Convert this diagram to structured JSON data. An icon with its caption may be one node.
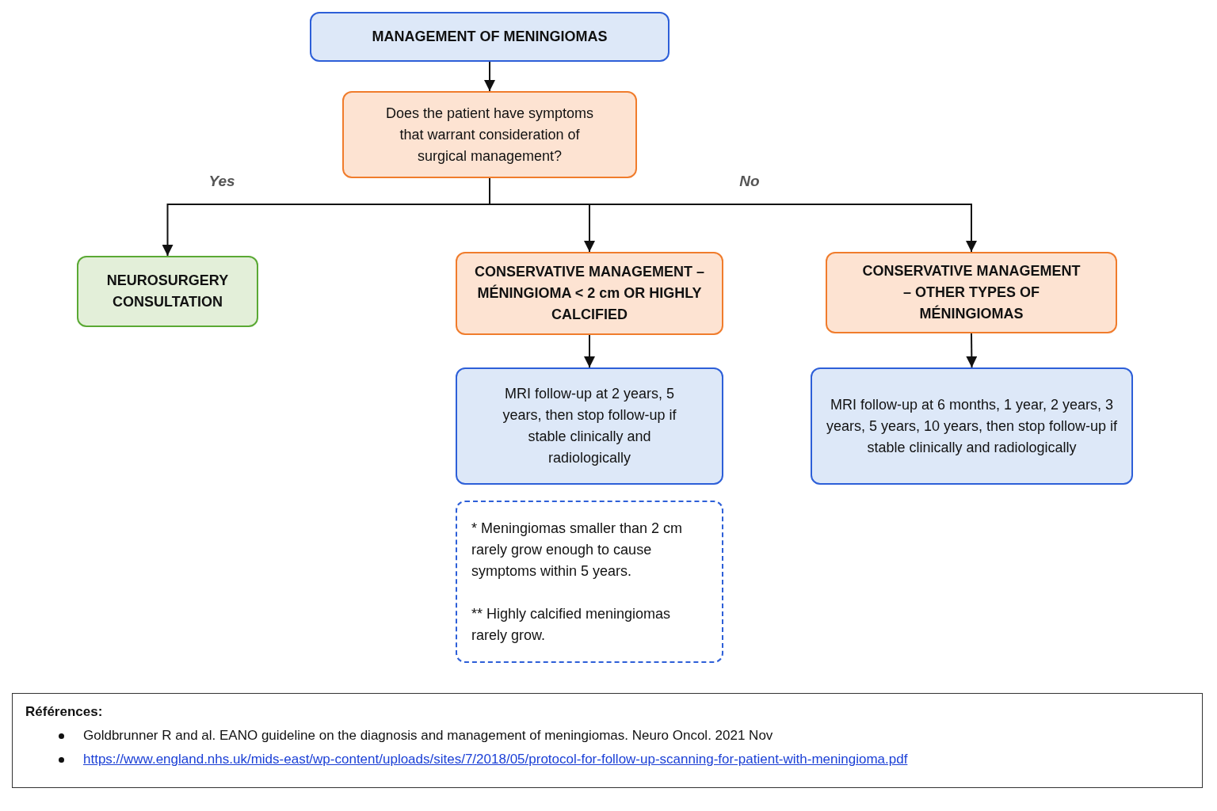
{
  "diagram": {
    "nodes": [
      {
        "text": [
          "MANAGEMENT OF MENINGIOMAS"
        ]
      },
      {
        "text": [
          "Does the patient have symptoms that warrant consideration of surgical management?"
        ]
      },
      {
        "text": [
          "NEUROSURGERY CONSULTATION"
        ]
      },
      {
        "text": [
          "CONSERVATIVE MANAGEMENT – MÉNINGIOMA < 2 cm OR HIGHLY CALCIFIED"
        ]
      },
      {
        "text": [
          "CONSERVATIVE MANAGEMENT – OTHER TYPES OF MÉNINGIOMAS"
        ]
      },
      {
        "text": [
          "MRI follow-up at 2 years, 5 years, then stop follow-up if stable clinically and radiologically"
        ]
      },
      {
        "text": [
          "MRI follow-up at 6 months, 1 year, 2 years, 3 years, 5 years, 10 years, then stop follow-up if stable clinically and radiologically"
        ]
      },
      {
        "text": [
          "* Meningiomas smaller than 2 cm rarely grow enough to cause symptoms within 5 years.",
          "** Highly calcified meningiomas rarely grow."
        ]
      },
      {
        "text": [
          "Références:",
          "Goldbrunner R and al. EANO guideline on the diagnosis and management of meningiomas. Neuro Oncol. 2021 Nov",
          "https://www.england.nhs.uk/mids-east/wp-content/uploads/sites/7/2018/05/protocol-for-follow-up-scanning-for-patient-with-meningioma.pdf"
        ]
      }
    ],
    "edges": [
      {
        "from": 0,
        "to": 1,
        "arrow": "to"
      },
      {
        "from": 1,
        "to": 2,
        "arrow": "to",
        "label": "Yes"
      },
      {
        "from": 1,
        "to": 3,
        "arrow": "to"
      },
      {
        "from": 1,
        "to": 4,
        "arrow": "to",
        "label": "No"
      },
      {
        "from": 3,
        "to": 5,
        "arrow": "to"
      },
      {
        "from": 4,
        "to": 6,
        "arrow": "to"
      }
    ]
  }
}
